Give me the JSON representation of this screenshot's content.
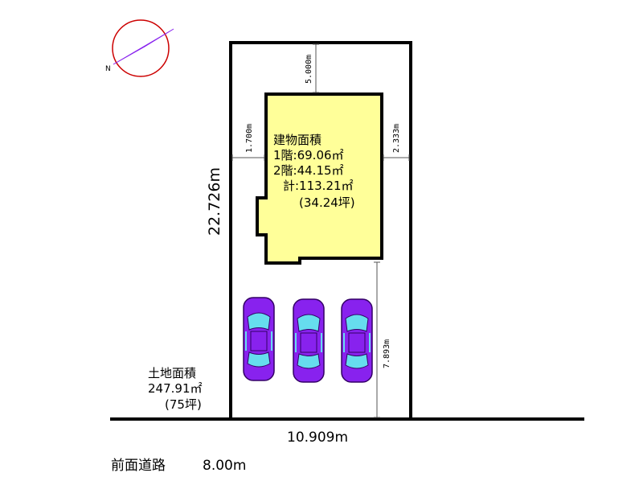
{
  "building": {
    "title": "建物面積",
    "floor1": "1階:69.06㎡",
    "floor2": "2階:44.15㎡",
    "total": "計:113.21㎡",
    "tsubo": "(34.24坪)",
    "fill_color": "#ffff99"
  },
  "land": {
    "title": "土地面積",
    "area": "247.91㎡",
    "tsubo": "(75坪)"
  },
  "dimensions": {
    "depth": "22.726m",
    "frontage": "10.909m",
    "setback_top": "5.000m",
    "setback_left": "1.700m",
    "setback_right": "2.333m",
    "parking_depth": "7.893m"
  },
  "road": {
    "label": "前面道路",
    "width": "8.00m"
  },
  "compass": {
    "label": "N",
    "color": "#cc0000",
    "needle_color": "#8822ee"
  },
  "cars": {
    "count": 3,
    "body_color": "#8822ee",
    "glass_color": "#66ddee"
  }
}
